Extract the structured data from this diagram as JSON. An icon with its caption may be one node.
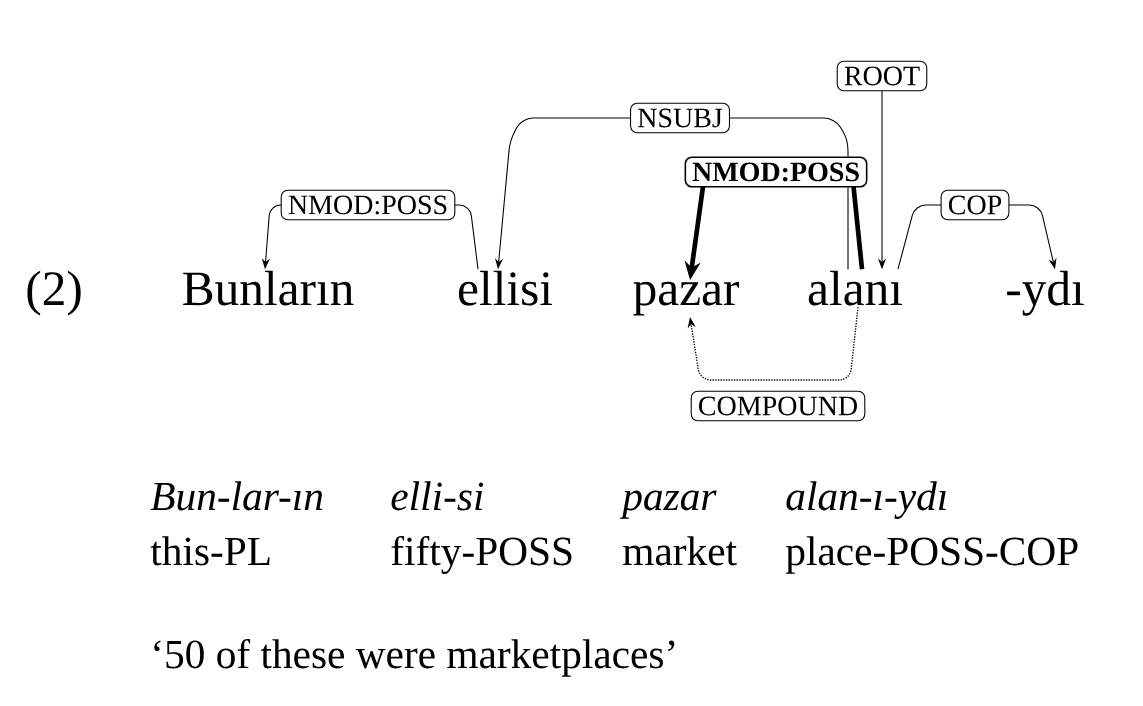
{
  "diagram": {
    "nodes": [
      {
        "text": [
          "Bunların"
        ]
      },
      {
        "text": [
          "ellisi"
        ]
      },
      {
        "text": [
          "pazar"
        ]
      },
      {
        "text": [
          "alanı"
        ]
      },
      {
        "text": [
          "-ydı"
        ]
      }
    ],
    "edges": [
      {
        "from": 1,
        "to": 0,
        "arrow": "to",
        "label": "NMOD:POSS"
      },
      {
        "from": 3,
        "to": 1,
        "arrow": "to",
        "label": "NSUBJ"
      },
      {
        "from": 3,
        "to": 2,
        "arrow": "to",
        "label": "NMOD:POSS",
        "style": "thick"
      },
      {
        "from": null,
        "to": 3,
        "arrow": "to",
        "label": "ROOT"
      },
      {
        "from": 3,
        "to": 4,
        "arrow": "to",
        "label": "COP"
      },
      {
        "from": 3,
        "to": 2,
        "arrow": "to",
        "label": "COMPOUND",
        "style": "dashed"
      }
    ],
    "labels": [
      "(2)",
      "Bun-lar-ın",
      "elli-si",
      "pazar",
      "alan-ı-ydı",
      "this-PL",
      "fifty-POSS",
      "market",
      "place-POSS-COP",
      "‘50 of these were marketplaces’"
    ]
  }
}
